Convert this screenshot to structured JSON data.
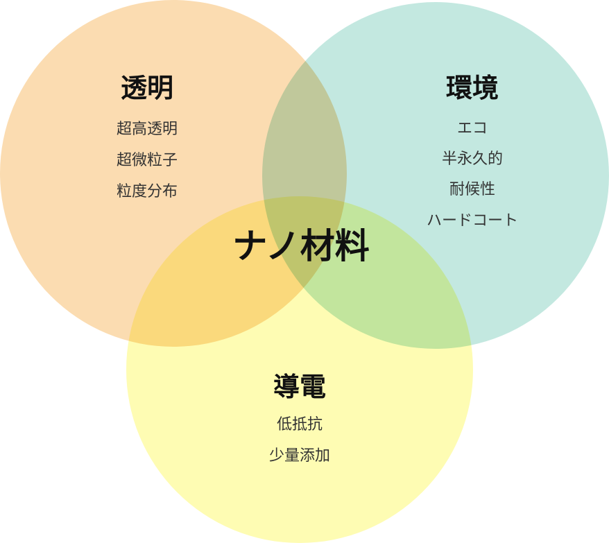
{
  "center_label": "ナノ材料",
  "sets": [
    {
      "title": "透明",
      "items": [
        "超高透明",
        "超微粒子",
        "粒度分布"
      ],
      "color": "#fbdcb1"
    },
    {
      "title": "環境",
      "items": [
        "エコ",
        "半永久的",
        "耐候性",
        "ハードコート"
      ],
      "color": "#c3e8e0"
    },
    {
      "title": "導電",
      "items": [
        "低抵抗",
        "少量添加"
      ],
      "color": "#fefcb3"
    }
  ]
}
